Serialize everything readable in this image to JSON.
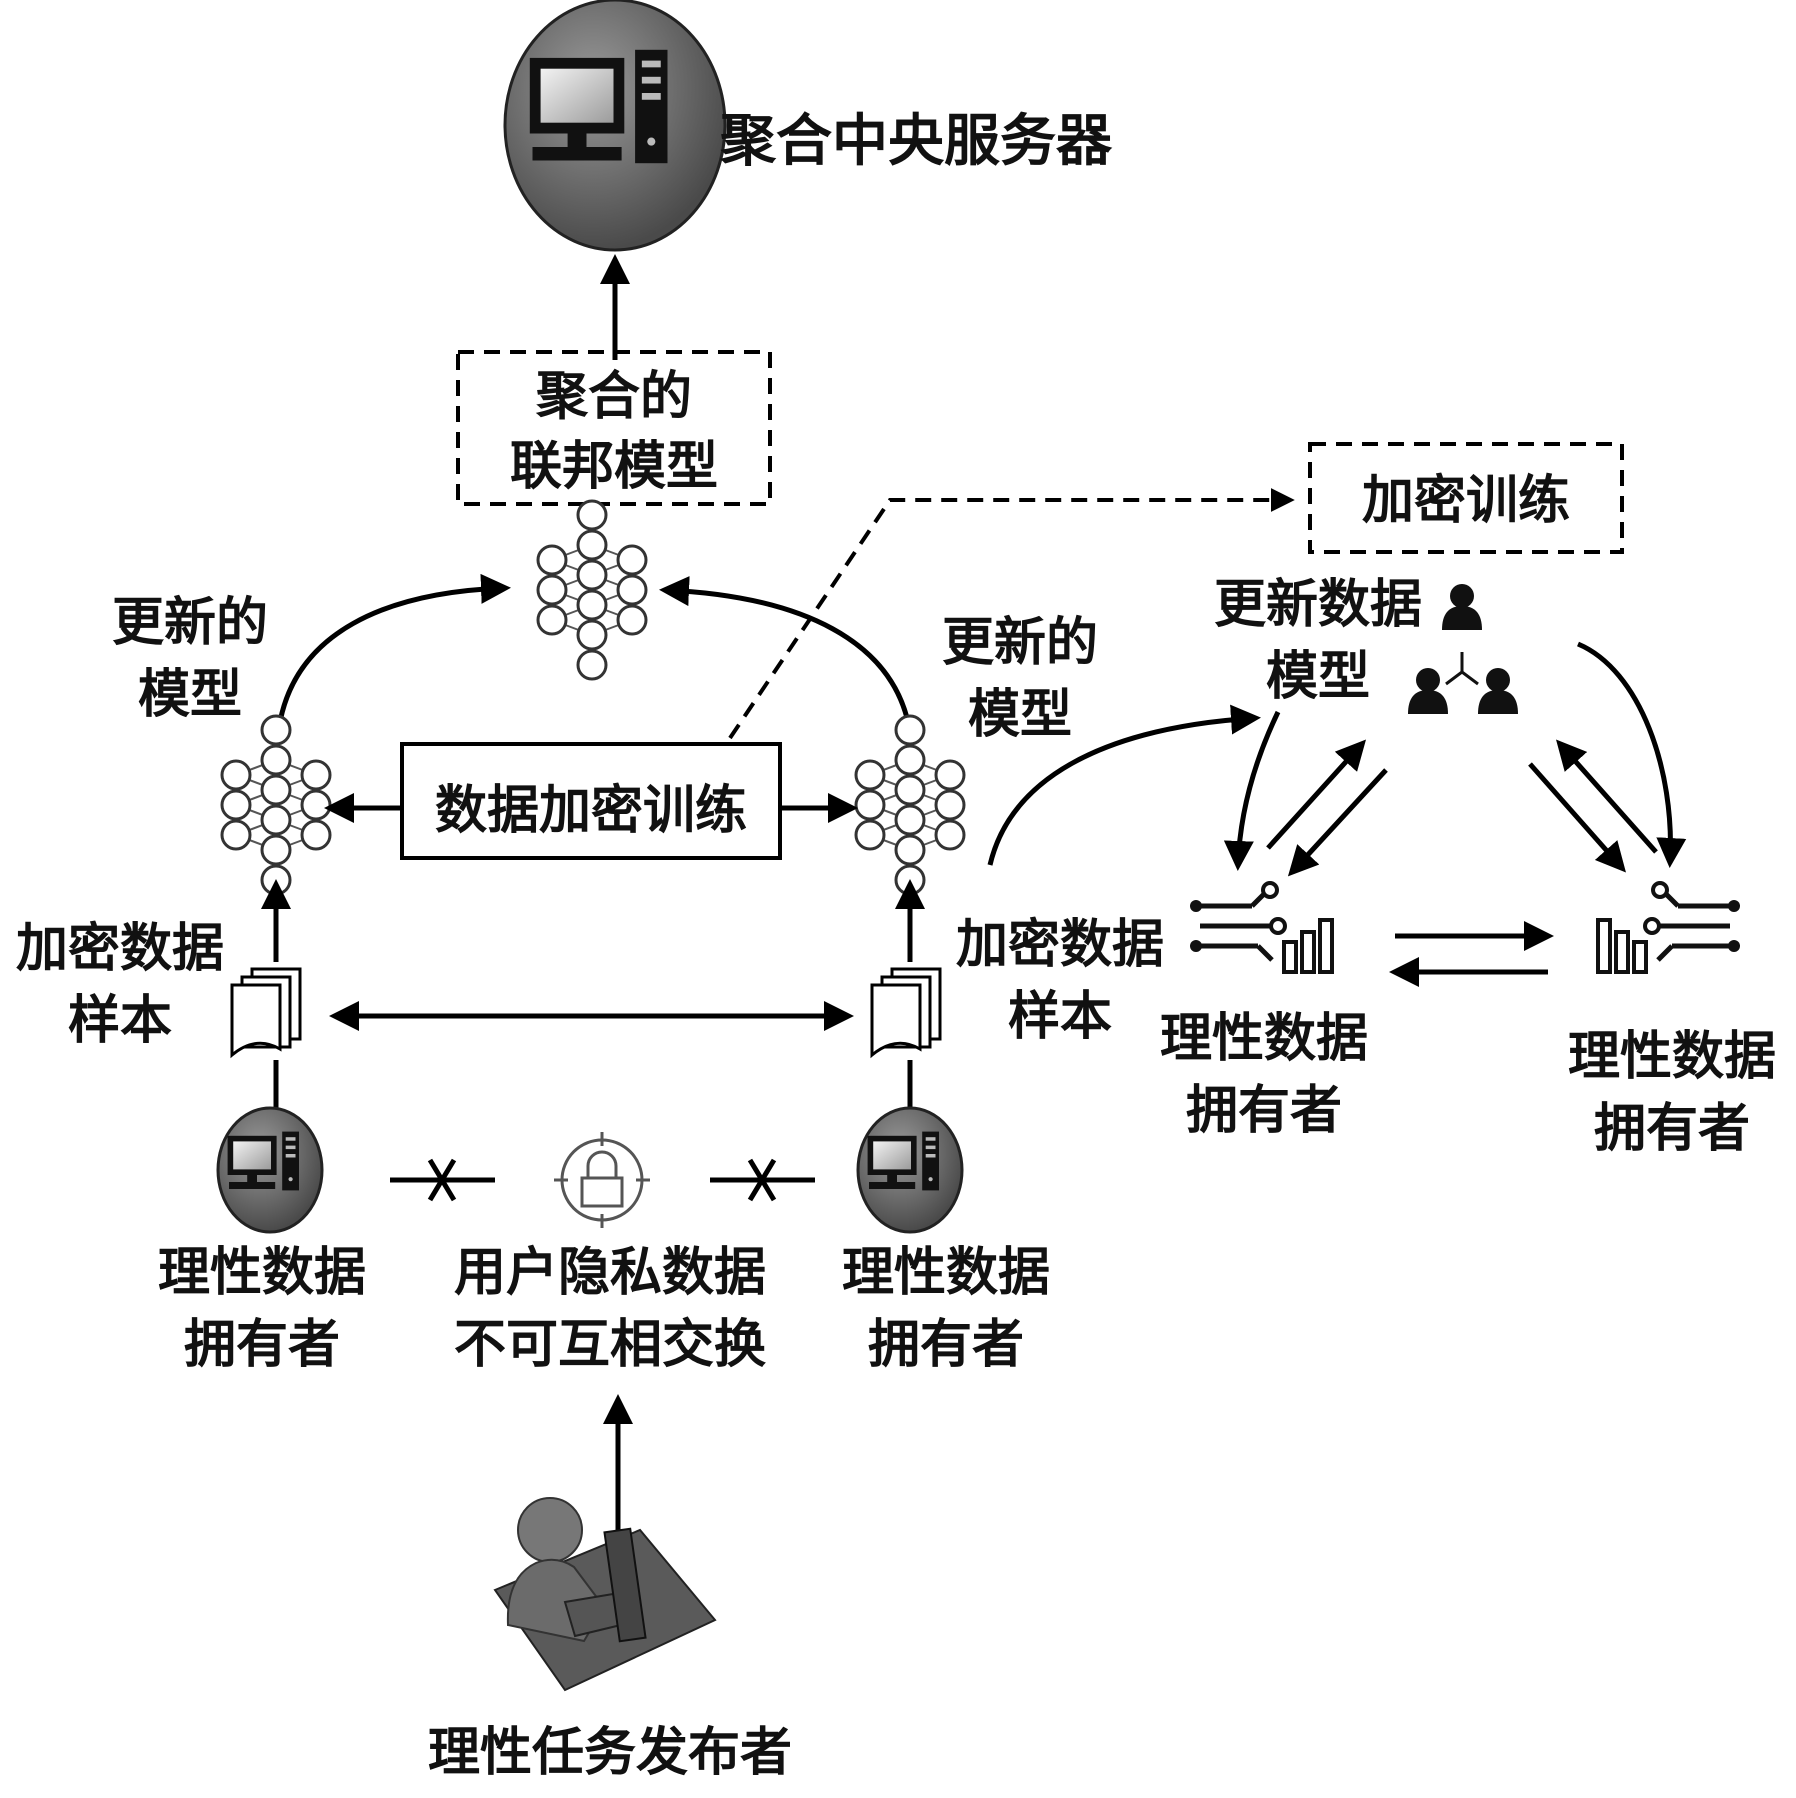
{
  "labels": {
    "central_server": "聚合中央服务器",
    "aggregated_model_line1": "聚合的",
    "aggregated_model_line2": "联邦模型",
    "encrypted_training_top": "加密训练",
    "updated_model_left_line1": "更新的",
    "updated_model_left_line2": "模型",
    "updated_model_mid_line1": "更新的",
    "updated_model_mid_line2": "模型",
    "data_encrypted_training": "数据加密训练",
    "encrypted_samples_left_line1": "加密数据",
    "encrypted_samples_left_line2": "样本",
    "encrypted_samples_mid_line1": "加密数据",
    "encrypted_samples_mid_line2": "样本",
    "updated_data_model_line1": "更新数据",
    "updated_data_model_line2": "模型",
    "owner_bottom_left_line1": "理性数据",
    "owner_bottom_left_line2": "拥有者",
    "privacy_line1": "用户隐私数据",
    "privacy_line2": "不可互相交换",
    "owner_bottom_mid_line1": "理性数据",
    "owner_bottom_mid_line2": "拥有者",
    "owner_right_left_line1": "理性数据",
    "owner_right_left_line2": "拥有者",
    "owner_right_right_line1": "理性数据",
    "owner_right_right_line2": "拥有者",
    "task_publisher": "理性任务发布者"
  },
  "colors": {
    "line": "#000000",
    "server_fill": "#6e6e6e",
    "node_stroke": "#333333"
  }
}
